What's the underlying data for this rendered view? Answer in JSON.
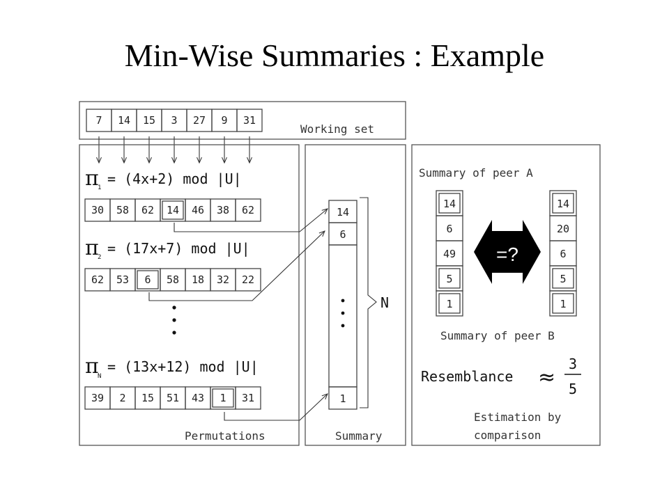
{
  "title": "Min-Wise Summaries : Example",
  "working_set": {
    "label": "Working set",
    "values": [
      "7",
      "14",
      "15",
      "3",
      "27",
      "9",
      "31"
    ]
  },
  "permutations": {
    "label": "Permutations",
    "items": [
      {
        "symbol": "π",
        "sub": "1",
        "formula": "= (4x+2) mod |U|",
        "values": [
          "30",
          "58",
          "62",
          "14",
          "46",
          "38",
          "62"
        ],
        "min_index": 3
      },
      {
        "symbol": "π",
        "sub": "2",
        "formula": "= (17x+7) mod |U|",
        "values": [
          "62",
          "53",
          "6",
          "58",
          "18",
          "32",
          "22"
        ],
        "min_index": 2
      },
      {
        "symbol": "π",
        "sub": "N",
        "formula": "= (13x+12) mod |U|",
        "values": [
          "39",
          "2",
          "15",
          "51",
          "43",
          "1",
          "31"
        ],
        "min_index": 5
      }
    ]
  },
  "summary": {
    "label": "Summary",
    "values": [
      "14",
      "6",
      "1"
    ],
    "brace_label": "N"
  },
  "comparison": {
    "peer_a_label": "Summary of peer A",
    "peer_b_label": "Summary of peer B",
    "peer_a_values": [
      "14",
      "6",
      "49",
      "5",
      "1"
    ],
    "peer_b_values": [
      "14",
      "20",
      "6",
      "5",
      "1"
    ],
    "matches": [
      true,
      false,
      false,
      true,
      true
    ],
    "compare_symbol": "=?",
    "resemblance_label": "Resemblance",
    "approx_symbol": "≈",
    "numerator": "3",
    "denominator": "5",
    "estimation_label_1": "Estimation by",
    "estimation_label_2": "comparison"
  }
}
